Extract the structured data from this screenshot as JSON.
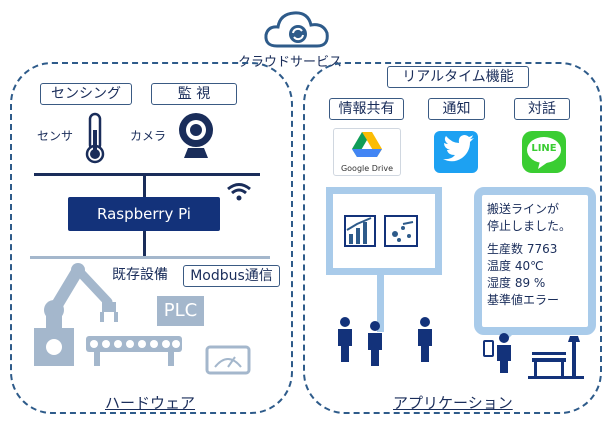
{
  "cloud": {
    "label": "クラウドサービス"
  },
  "hardware": {
    "title": "ハードウェア",
    "tags": {
      "sensing": "センシング",
      "monitor": "監 視",
      "modbus": "Modbus通信"
    },
    "labels": {
      "sensor": "センサ",
      "camera": "カメラ",
      "existing": "既存設備"
    },
    "raspberry": "Raspberry Pi",
    "plc": "PLC"
  },
  "application": {
    "title": "アプリケーション",
    "realtime": "リアルタイム機能",
    "tags": {
      "share": "情報共有",
      "notify": "通知",
      "chat": "対話"
    },
    "icons": {
      "drive": "Google Drive",
      "line": "LINE"
    },
    "message": [
      "搬送ラインが",
      "停止しました。",
      "",
      "生産数 7763",
      "温度 40℃",
      "湿度 89 %",
      "基準値エラー"
    ]
  },
  "colors": {
    "navy": "#13327a",
    "light_blue": "#a9cbea",
    "twitter": "#1da1f2",
    "line_green": "#3acd32"
  }
}
